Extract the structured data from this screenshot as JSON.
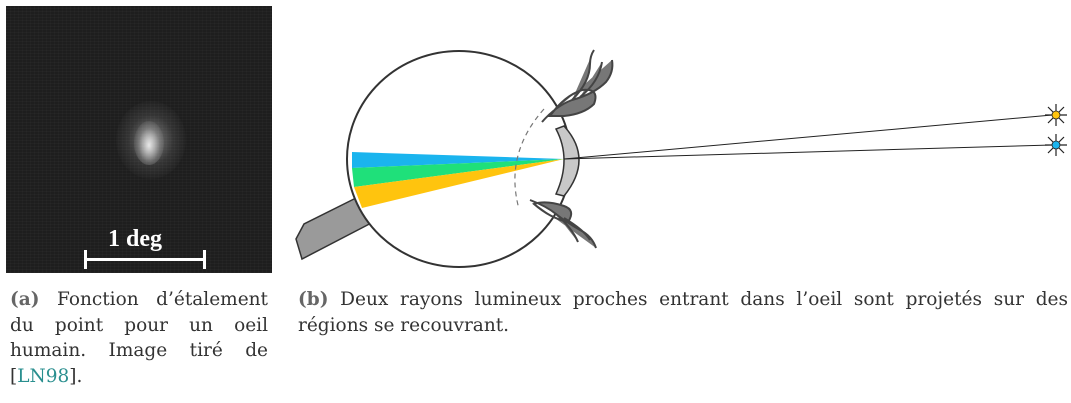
{
  "subfigure_a": {
    "scale_label": "1 deg",
    "caption": {
      "tag": "(a)",
      "text_before_cite": " Fonction d’étalement du point pour un oeil humain. Image tiré de [",
      "cite": "LN98",
      "text_after_cite": "]."
    }
  },
  "subfigure_b": {
    "caption": {
      "tag": "(b)",
      "text": " Deux rayons lumineux proches entrant dans l’oeil sont projetés sur des régions se recouvrant."
    }
  },
  "colors": {
    "ray_blue": "#1ab4ee",
    "ray_green": "#1fe07a",
    "ray_yellow": "#ffc40e",
    "eye_gray": "#9a9a9a",
    "citation": "#2a8f8f"
  },
  "icons": [
    "hand-icon",
    "hand-icon",
    "star-icon",
    "star-icon"
  ]
}
